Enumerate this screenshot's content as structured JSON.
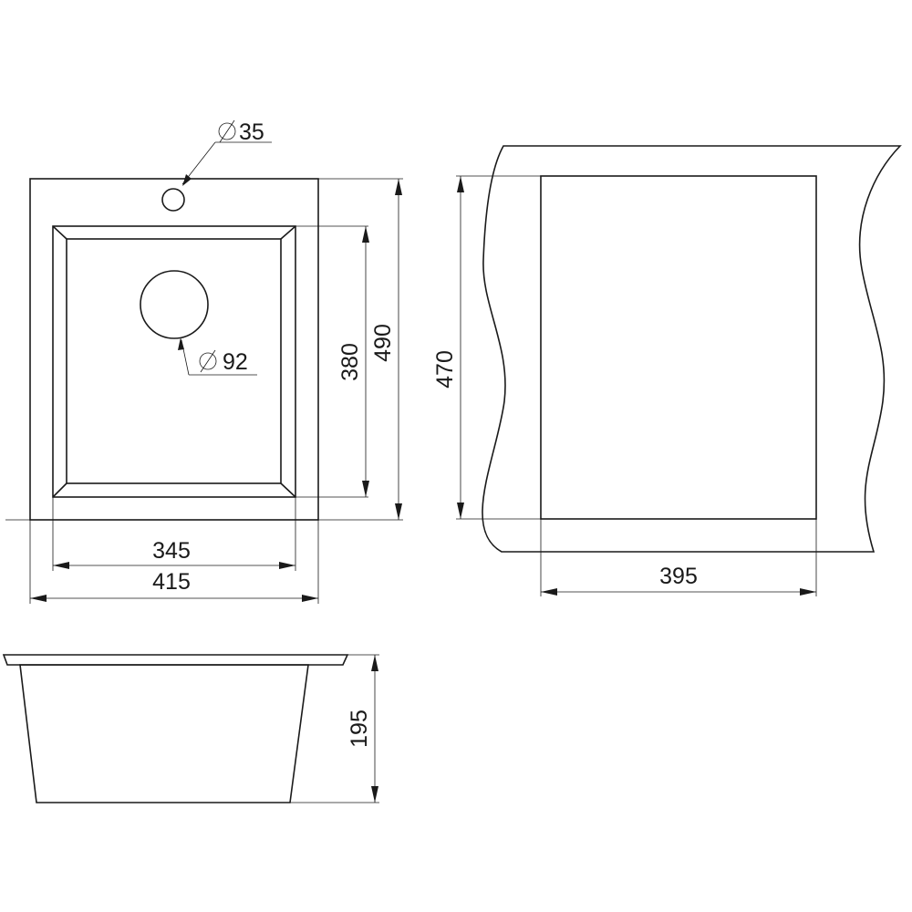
{
  "colors": {
    "line": "#1a1a1a",
    "background": "#ffffff"
  },
  "top_view": {
    "tap_hole_diameter": "35",
    "drain_diameter": "92",
    "bowl_height": "380",
    "overall_height": "490",
    "bowl_width": "345",
    "overall_width": "415"
  },
  "cutout_view": {
    "cutout_height": "470",
    "cutout_width": "395"
  },
  "side_view": {
    "depth": "195"
  }
}
